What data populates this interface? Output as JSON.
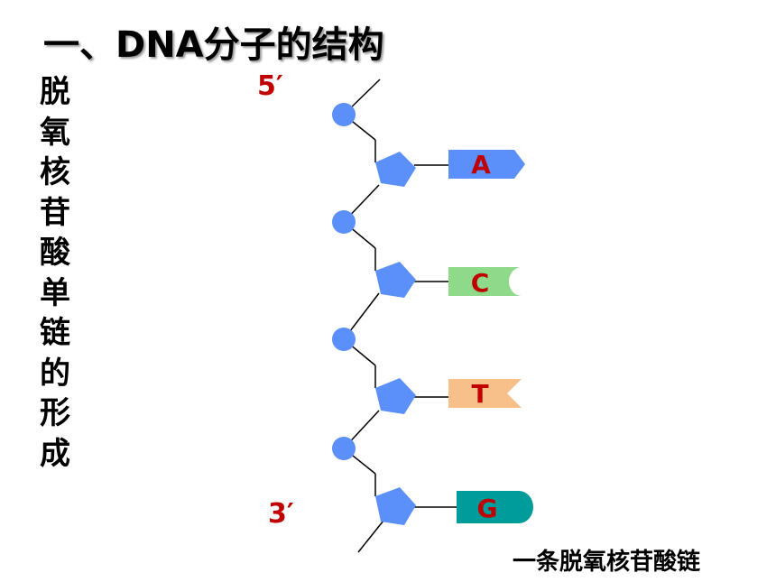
{
  "title": "一、DNA分子的结构",
  "vertical_caption": "脱氧核苷酸单链的形成",
  "end_labels": {
    "five_prime": "5′",
    "three_prime": "3′"
  },
  "bottom_caption": "一条脱氧核苷酸链",
  "bases": [
    {
      "letter": "A",
      "color": "#5b8ff9"
    },
    {
      "letter": "C",
      "color": "#8fd98a"
    },
    {
      "letter": "T",
      "color": "#f7c08a"
    },
    {
      "letter": "G",
      "color": "#009b9b"
    }
  ],
  "colors": {
    "phosphate": "#5b8ff9",
    "sugar": "#5b8ff9",
    "label_red": "#c00000"
  }
}
